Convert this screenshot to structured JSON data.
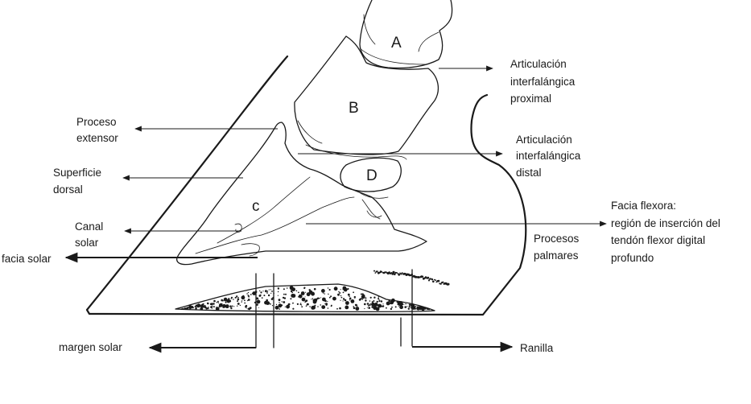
{
  "bones": {
    "a": "A",
    "b": "B",
    "c": "c",
    "d": "D"
  },
  "labels": {
    "interphalangeal_proximal": [
      "Articulación",
      "interfalángica",
      "proximal"
    ],
    "interphalangeal_distal": [
      "Articulación",
      "interfalángica",
      "distal"
    ],
    "extensor_process": [
      "Proceso",
      "extensor"
    ],
    "dorsal_surface": [
      "Superficie",
      "dorsal"
    ],
    "solar_canal": [
      "Canal",
      "solar"
    ],
    "solar_face": "facia solar",
    "flexor_face": [
      "Facia flexora:",
      "región de inserción del",
      "tendón flexor digital",
      "profundo"
    ],
    "palmar_processes": [
      "Procesos",
      "palmares"
    ],
    "solar_margin": "margen solar",
    "frog": "Ranilla"
  }
}
